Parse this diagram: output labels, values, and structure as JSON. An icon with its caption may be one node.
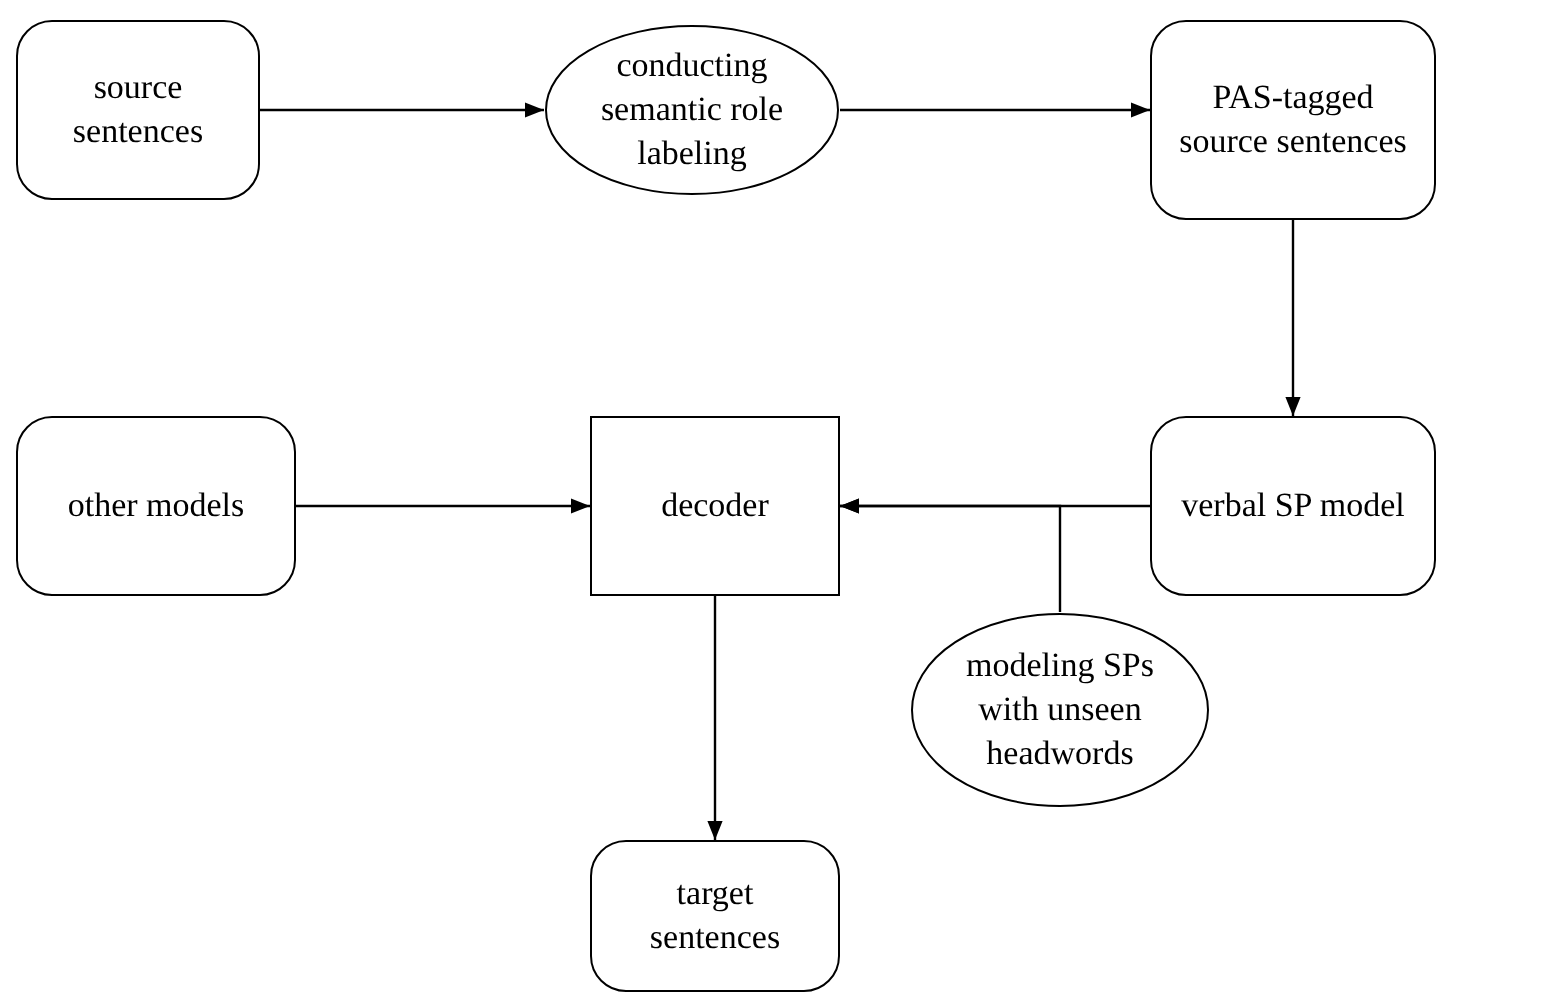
{
  "diagram": {
    "nodes": [
      {
        "text": [
          "source sentences"
        ]
      },
      {
        "text": [
          "conducting semantic role labeling"
        ]
      },
      {
        "text": [
          "PAS-tagged source sentences"
        ]
      },
      {
        "text": [
          "other models"
        ]
      },
      {
        "text": [
          "decoder"
        ]
      },
      {
        "text": [
          "verbal SP model"
        ]
      },
      {
        "text": [
          "modeling SPs with unseen headwords"
        ]
      },
      {
        "text": [
          "target sentences"
        ]
      }
    ],
    "edges": [
      {
        "from": 0,
        "to": 1,
        "arrow": "to"
      },
      {
        "from": 1,
        "to": 2,
        "arrow": "to"
      },
      {
        "from": 2,
        "to": 5,
        "arrow": "to"
      },
      {
        "from": 3,
        "to": 4,
        "arrow": "to"
      },
      {
        "from": 5,
        "to": 4,
        "arrow": "to"
      },
      {
        "from": 6,
        "to": 4,
        "arrow": "to"
      },
      {
        "from": 4,
        "to": 7,
        "arrow": "to"
      }
    ]
  }
}
